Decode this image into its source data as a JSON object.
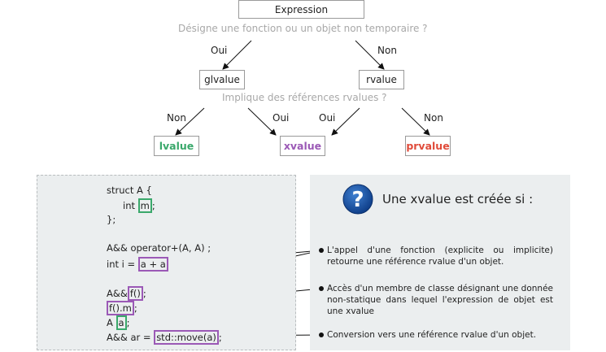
{
  "tree": {
    "root": "Expression",
    "question1": "Désigne une fonction ou un objet non temporaire ?",
    "yes1": "Oui",
    "no1": "Non",
    "glvalue": "glvalue",
    "rvalue": "rvalue",
    "question2": "Implique des références rvalues ?",
    "no_left": "Non",
    "yes_left": "Oui",
    "yes_right": "Oui",
    "no_right": "Non",
    "lvalue": "lvalue",
    "xvalue": "xvalue",
    "prvalue": "prvalue",
    "colors": {
      "lvalue": "#3aa86b",
      "xvalue": "#9b59b6",
      "prvalue": "#e04b3a"
    }
  },
  "code": {
    "line1": "struct A {",
    "line2_pre": "int",
    "line2_hl": "m",
    "line2_post": ";",
    "line3": "};",
    "line4": "A&& operator+(A, A) ;",
    "line5_pre": "int i =",
    "line5_hl": "a + a",
    "line6_pre": "A&&",
    "line6_hl": "f()",
    "line6_post": ";",
    "line7_hl": "f().m",
    "line7_post": ";",
    "line8_pre": "A",
    "line8_hl": "a",
    "line8_post": ";",
    "line9_pre": "A&& ar =",
    "line9_hl": "std::move(a)",
    "line9_post": ";"
  },
  "info": {
    "icon": "question-mark-icon",
    "title": "Une xvalue est créée si :",
    "item1": "L'appel d'une fonction (explicite ou implicite) retourne une référence rvalue d'un objet.",
    "item2": "Accès d'un membre de classe désignant une donnée non-statique dans lequel l'expression de objet est une xvalue",
    "item3": "Conversion vers une référence rvalue d'un objet."
  }
}
